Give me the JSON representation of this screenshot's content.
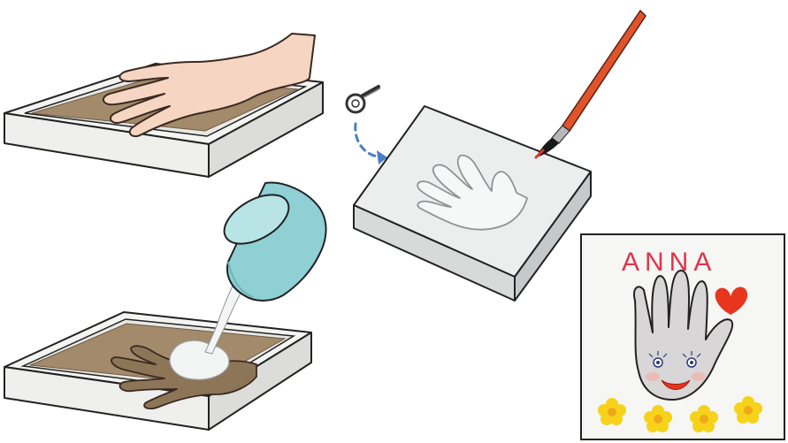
{
  "illustration": {
    "steps": [
      {
        "id": "press-hand",
        "icon": "hand-in-sand-tray-icon"
      },
      {
        "id": "pour-plaster",
        "icon": "bowl-pouring-plaster-icon"
      },
      {
        "id": "paint-cast",
        "icon": "paintbrush-on-plaster-cast-icon"
      },
      {
        "id": "decorated-result",
        "icon": "decorated-handprint-card-icon"
      }
    ],
    "card": {
      "name": "ANNA"
    },
    "colors": {
      "sand": "#a38a6a",
      "tray": "#f2f2f0",
      "plaster": "#ecefef",
      "bowl": "#8fd0d4",
      "brush_handle": "#e0542c",
      "heart": "#e8351e",
      "flowers": "#f6d21a",
      "arrow": "#4a7fc8",
      "name": "#e0344a"
    }
  }
}
